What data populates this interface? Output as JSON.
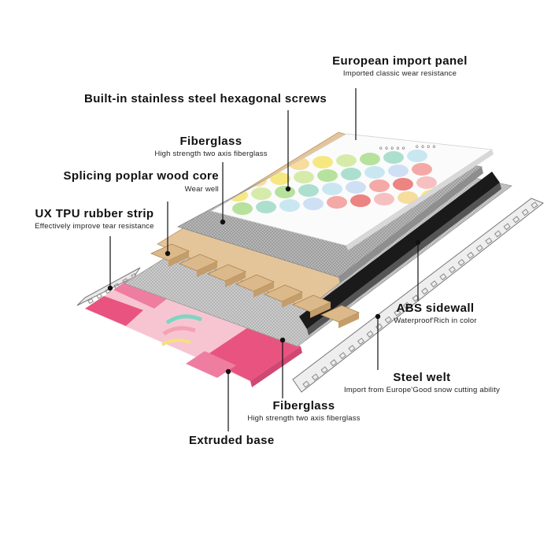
{
  "diagram": {
    "labels": [
      {
        "id": "european-import-panel",
        "title": "European import panel",
        "subtitle": "Imported classic wear resistance"
      },
      {
        "id": "stainless-screws",
        "title": "Built-in stainless steel hexagonal screws",
        "subtitle": ""
      },
      {
        "id": "fiberglass-top",
        "title": "Fiberglass",
        "subtitle": "High strength two axis fiberglass"
      },
      {
        "id": "wood-core",
        "title": "Splicing poplar wood core",
        "subtitle": "Wear well"
      },
      {
        "id": "tpu-strip",
        "title": "UX TPU rubber strip",
        "subtitle": "Effectively improve tear resistance"
      },
      {
        "id": "abs-sidewall",
        "title": "ABS sidewall",
        "subtitle": "Waterproof'Rich in color"
      },
      {
        "id": "steel-welt",
        "title": "Steel welt",
        "subtitle": "Import from Europe'Good snow cutting ability"
      },
      {
        "id": "fiberglass-bottom",
        "title": "Fiberglass",
        "subtitle": "High strength two axis fiberglass"
      },
      {
        "id": "extruded-base",
        "title": "Extruded base",
        "subtitle": ""
      }
    ]
  },
  "colors": {
    "topsheet_dots": [
      "#f29a98",
      "#e96f6b",
      "#f6b5b5",
      "#f4d78c",
      "#f5e46b",
      "#cfe79a",
      "#a9dd8c",
      "#9fd9c7",
      "#bfe3ef",
      "#c7dbf2"
    ],
    "wood": "#dcb98a",
    "base_pink": "#e8547f",
    "base_light": "#f7c5d2",
    "sidewall": "#1a1a1a"
  }
}
